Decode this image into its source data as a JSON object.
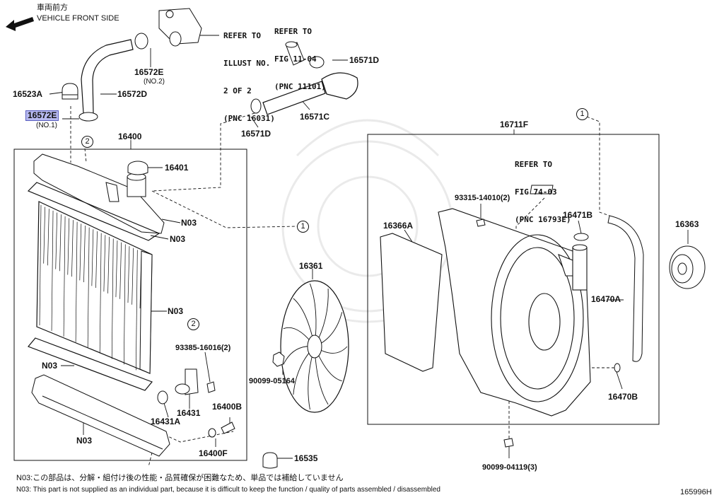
{
  "header": {
    "direction_jp": "車両前方",
    "direction_en": "VEHICLE FRONT SIDE"
  },
  "refs": {
    "illust": [
      "REFER TO",
      "ILLUST NO.",
      "2 OF 2",
      "(PNC 16031)"
    ],
    "fig1104": [
      "REFER TO",
      "FIG 11-04",
      "(PNC 11101)"
    ],
    "fig7403": [
      "REFER TO",
      "FIG 74-03",
      "(PNC 16793E)"
    ]
  },
  "parts": {
    "p16572E_no2": "16572E",
    "no2": "(NO.2)",
    "p16523A": "16523A",
    "p16572D": "16572D",
    "p16572E_no1": "16572E",
    "no1": "(NO.1)",
    "p16400": "16400",
    "p16401": "16401",
    "p16571D_top": "16571D",
    "p16571C": "16571C",
    "p16571D_mid": "16571D",
    "n03_a": "N03",
    "n03_b": "N03",
    "n03_c": "N03",
    "n03_d": "N03",
    "n03_e": "N03",
    "p16361": "16361",
    "p93385": "93385-16016(2)",
    "p16431": "16431",
    "p16431A": "16431A",
    "p16400B": "16400B",
    "p16400F": "16400F",
    "p16535": "16535",
    "p90099_05164": "90099-05164",
    "p16711F": "16711F",
    "p93315": "93315-14010(2)",
    "p16366A": "16366A",
    "p16471B": "16471B",
    "p16363": "16363",
    "p16470A": "16470A",
    "p16470B": "16470B",
    "p90099_04119": "90099-04119(3)"
  },
  "circles": {
    "one": "1",
    "two": "2"
  },
  "footer": {
    "note_jp": "N03:この部品は、分解・組付け後の性能・品質確保が困難なため、単品では補給していません",
    "note_en": "N03: This part is not supplied as an individual part, because it is difficult to keep the function / quality of parts assembled / disassembled",
    "figure_id": "165996H"
  }
}
